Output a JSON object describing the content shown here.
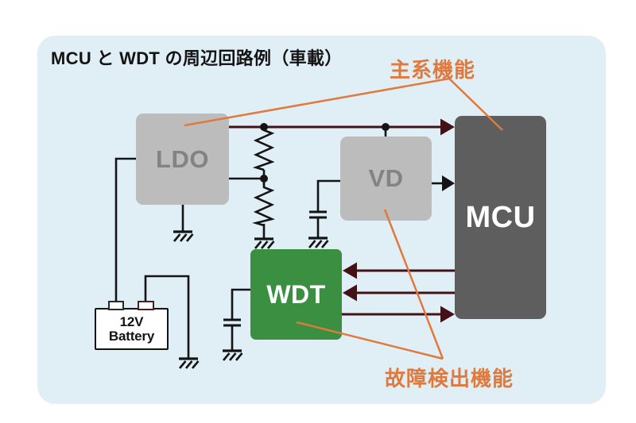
{
  "title": "MCU と WDT の周辺回路例（車載）",
  "annotations": {
    "main_function_label": "主系機能",
    "fault_detection_label": "故障検出機能"
  },
  "blocks": {
    "ldo_label": "LDO",
    "vd_label": "VD",
    "mcu_label": "MCU",
    "wdt_label": "WDT",
    "battery_label_line1": "12V",
    "battery_label_line2": "Battery"
  },
  "colors": {
    "page_bg": "#FFFFFF",
    "card_bg": "#E0EEF6",
    "block_gray_bg": "#BCBCBC",
    "block_gray_text": "#838383",
    "mcu_bg": "#5E5E5E",
    "mcu_text": "#FFFFFF",
    "wdt_bg": "#3B8F41",
    "wdt_text": "#FFFFFF",
    "battery_bg": "#FFFFFF",
    "annotation_orange": "#E0793B",
    "wire_dark_red": "#431217",
    "wire_black": "#141414"
  }
}
